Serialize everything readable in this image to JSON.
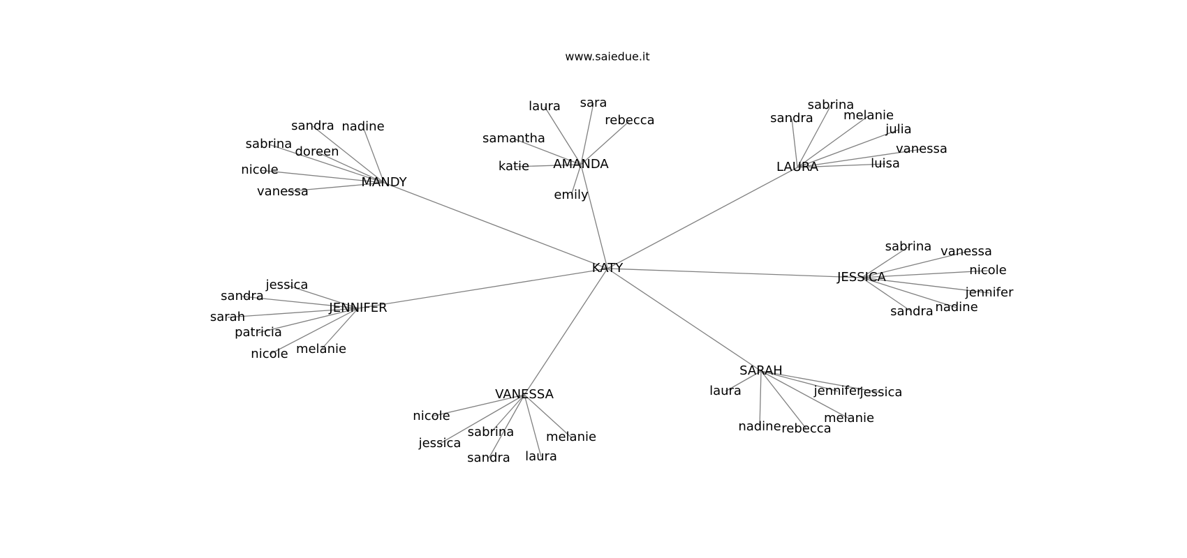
{
  "title": "www.saiedue.it",
  "colors": {
    "edge": "#808080",
    "text": "#000000",
    "background": "#ffffff"
  },
  "root": "KATY",
  "hubs": [
    {
      "name": "MANDY",
      "leaves": [
        "sandra",
        "nadine",
        "sabrina",
        "doreen",
        "nicole",
        "vanessa"
      ]
    },
    {
      "name": "AMANDA",
      "leaves": [
        "laura",
        "sara",
        "rebecca",
        "samantha",
        "katie",
        "emily"
      ]
    },
    {
      "name": "LAURA",
      "leaves": [
        "sabrina",
        "sandra",
        "melanie",
        "julia",
        "vanessa",
        "luisa"
      ]
    },
    {
      "name": "JESSICA",
      "leaves": [
        "sabrina",
        "vanessa",
        "nicole",
        "jennifer",
        "sandra",
        "nadine"
      ]
    },
    {
      "name": "JENNIFER",
      "leaves": [
        "jessica",
        "sandra",
        "sarah",
        "patricia",
        "nicole",
        "melanie"
      ]
    },
    {
      "name": "SARAH",
      "leaves": [
        "laura",
        "jennifer",
        "jessica",
        "melanie",
        "nadine",
        "rebecca"
      ]
    },
    {
      "name": "VANESSA",
      "leaves": [
        "nicole",
        "sabrina",
        "melanie",
        "jessica",
        "sandra",
        "laura"
      ]
    }
  ]
}
